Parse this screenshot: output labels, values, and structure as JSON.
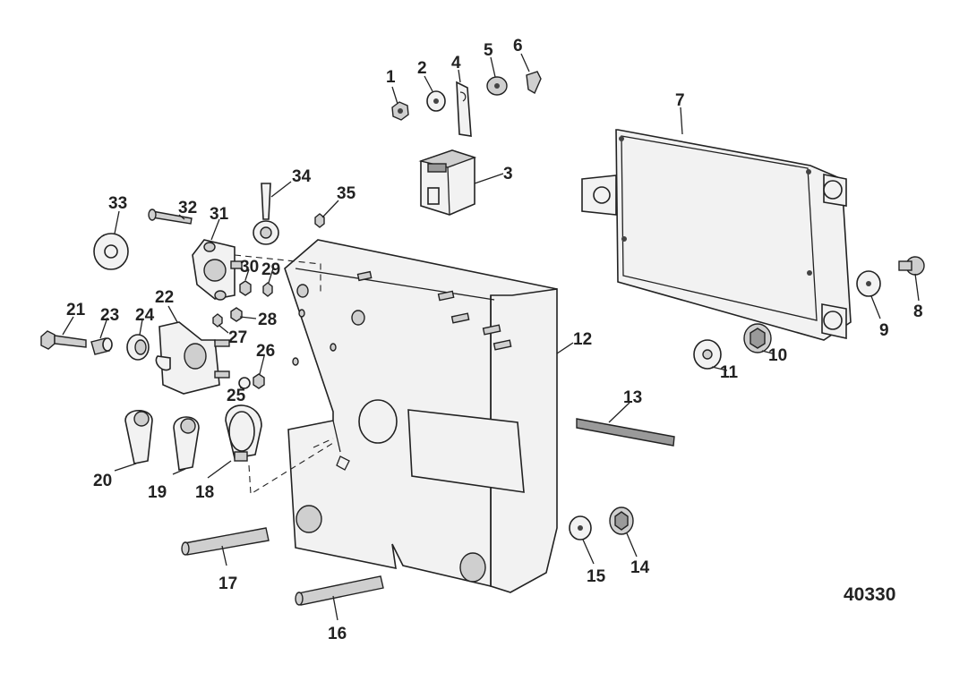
{
  "figure_number": "40330",
  "callouts": [
    "1",
    "2",
    "3",
    "4",
    "5",
    "6",
    "7",
    "8",
    "9",
    "10",
    "11",
    "12",
    "13",
    "14",
    "15",
    "16",
    "17",
    "18",
    "19",
    "20",
    "21",
    "22",
    "23",
    "24",
    "25",
    "26",
    "27",
    "28",
    "29",
    "30",
    "31",
    "32",
    "33",
    "34",
    "35"
  ]
}
